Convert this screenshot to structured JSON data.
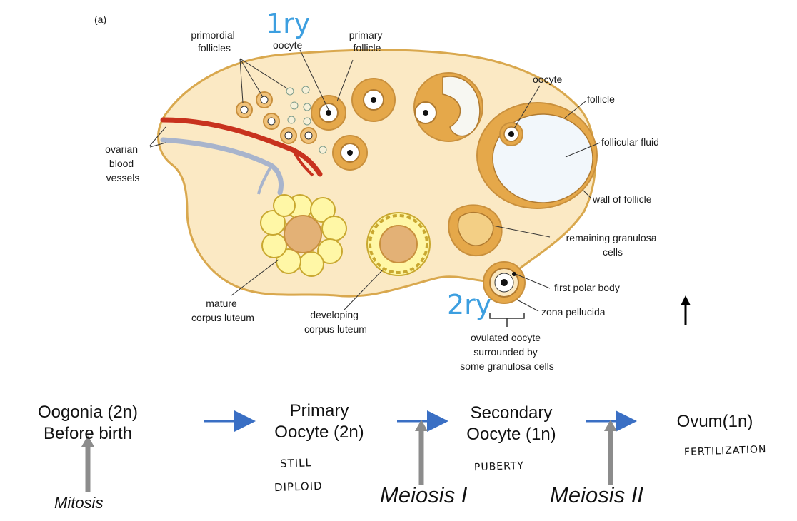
{
  "diagram": {
    "panel_label": "(a)",
    "labels": {
      "primordial_follicles": [
        "primordial",
        "follicles"
      ],
      "oocyte_top": "oocyte",
      "primary_follicle": [
        "primary",
        "follicle"
      ],
      "oocyte_right": "oocyte",
      "follicle": "follicle",
      "follicular_fluid": "follicular fluid",
      "ovarian_blood_vessels": [
        "ovarian",
        "blood",
        "vessels"
      ],
      "wall_of_follicle": "wall of follicle",
      "remaining_granulosa_cells": [
        "remaining granulosa",
        "cells"
      ],
      "first_polar_body": "first polar body",
      "zona_pellucida": "zona pellucida",
      "mature_corpus_luteum": [
        "mature",
        "corpus luteum"
      ],
      "developing_corpus_luteum": [
        "developing",
        "corpus luteum"
      ],
      "ovulated_oocyte": [
        "ovulated oocyte",
        "surrounded by",
        "some granulosa cells"
      ]
    },
    "annotations": {
      "primary_marker": "1ry",
      "secondary_marker": "2ry"
    },
    "colors": {
      "ovary_fill": "#fbe9c4",
      "ovary_stroke": "#d9a84e",
      "follicle_ring": "#e5a84a",
      "artery": "#c8321e",
      "vein": "#a8b4cc",
      "corpus_luteum": "#fff7a6",
      "annotation_blue": "#3d9fe0",
      "arrow_blue": "#3a6fc4",
      "arrow_gray": "#8c8c8c"
    }
  },
  "flow": {
    "stages": [
      {
        "line1": "Oogonia (2n)",
        "line2": "Before birth"
      },
      {
        "line1": "Primary",
        "line2": "Oocyte (2n)"
      },
      {
        "line1": "Secondary",
        "line2": "Oocyte (1n)"
      },
      {
        "line1": "Ovum(1n)",
        "line2": ""
      }
    ],
    "processes": {
      "mitosis": "Mitosis",
      "meiosis_1": "Meiosis I",
      "meiosis_2": "Meiosis II"
    },
    "handwritten": {
      "still": "STILL",
      "diploid": "DIPLOID",
      "puberty": "PUBERTY",
      "fertilization": "FERTILIZATION"
    }
  }
}
